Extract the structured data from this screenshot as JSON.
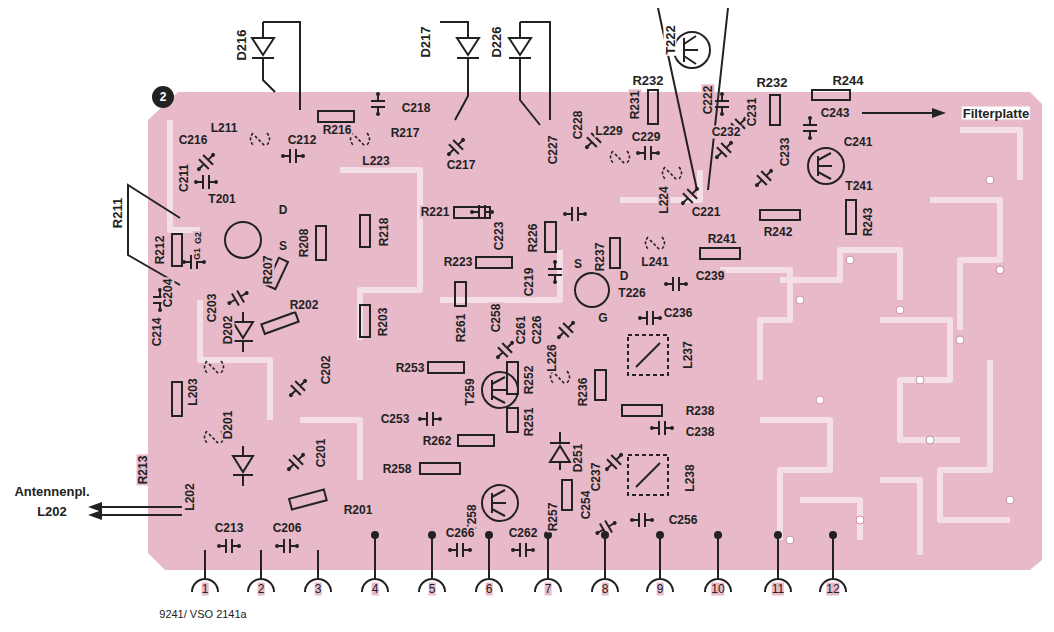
{
  "diagram": {
    "labels": [
      "D216",
      "D217",
      "D226",
      "T222",
      "C216",
      "C218",
      "R216",
      "R217",
      "C228",
      "R231",
      "R232",
      "R232",
      "R244",
      "C222",
      "C231",
      "C243",
      "Filterplatte",
      "C241",
      "C233",
      "C232",
      "C229",
      "L229",
      "C227",
      "C217",
      "L223",
      "L211",
      "C212",
      "C211",
      "R211",
      "R212",
      "T201",
      "D",
      "G2",
      "G1",
      "S",
      "R208",
      "R207",
      "R218",
      "R221",
      "C223",
      "R226",
      "L224",
      "C221",
      "R243",
      "T241",
      "R242",
      "R241",
      "C219",
      "S",
      "D",
      "R237",
      "L241",
      "C239",
      "R223",
      "C204",
      "C203",
      "R202",
      "D202",
      "R203",
      "C214",
      "R261",
      "C258",
      "C261",
      "C226",
      "G",
      "T226",
      "C236",
      "L237",
      "L203",
      "C202",
      "R253",
      "T259",
      "R252",
      "L226",
      "R236",
      "R238",
      "C238",
      "R213",
      "C253",
      "R262",
      "R251",
      "D201",
      "C201",
      "R258",
      "D251",
      "L238",
      "L202",
      "R201",
      "T258",
      "R257",
      "C254",
      "C237",
      "C256",
      "Antennenpl.",
      "L202",
      "C213",
      "C206",
      "C266",
      "C262",
      "1",
      "2",
      "3",
      "4",
      "5",
      "6",
      "7",
      "8",
      "9",
      "10",
      "11",
      "12",
      "2",
      "9241/ VSO 2141a"
    ]
  }
}
